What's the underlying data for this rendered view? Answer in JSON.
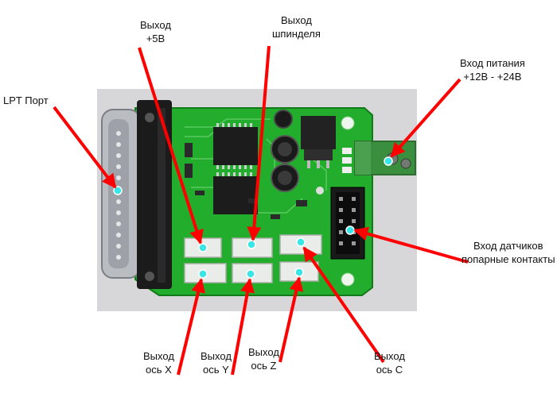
{
  "labels": {
    "lpt_port": "LPT Порт",
    "out_5v": {
      "line1": "Выход",
      "line2": "+5В"
    },
    "out_spindle": {
      "line1": "Выход",
      "line2": "шпинделя"
    },
    "power_in": {
      "line1": "Вход питания",
      "line2": "+12В - +24В"
    },
    "sensor_in": {
      "line1": "Вход датчиков",
      "line2": "попарные контакты"
    },
    "out_x": {
      "line1": "Выход",
      "line2": "ось X"
    },
    "out_y": {
      "line1": "Выход",
      "line2": "ось Y"
    },
    "out_z": {
      "line1": "Выход",
      "line2": "ось Z"
    },
    "out_c": {
      "line1": "Выход",
      "line2": "ось C"
    }
  },
  "colors": {
    "arrow": "#ff0000",
    "pcb": "#1fae2a",
    "marker": "#38e6e6",
    "background": "#ffffff"
  }
}
